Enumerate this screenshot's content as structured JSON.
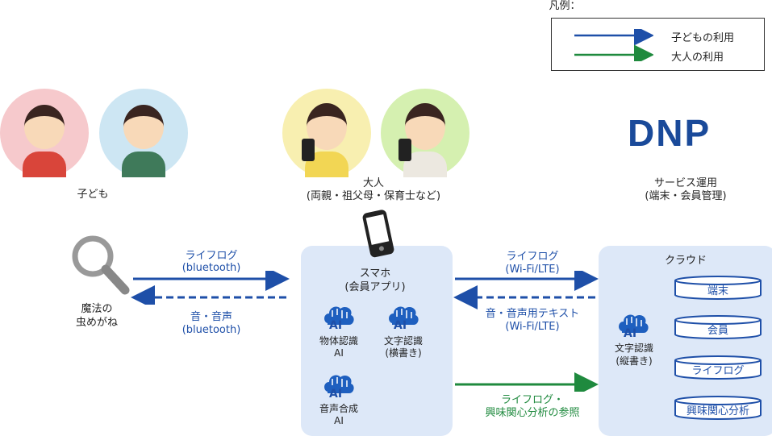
{
  "legend": {
    "title": "凡例：",
    "child_use": "子どもの利用",
    "adult_use": "大人の利用"
  },
  "colors": {
    "child": "#1e4fa8",
    "adult": "#1f8a3e",
    "panel": "#dde8f8"
  },
  "people": {
    "children_label": "子ども",
    "adults_label": "大人",
    "adults_sub": "(両親・祖父母・保育士など)"
  },
  "operator": {
    "logo": "DNP",
    "label": "サービス運用",
    "sub": "(端末・会員管理)"
  },
  "magnifier": {
    "line1": "魔法の",
    "line2": "虫めがね"
  },
  "left_arrows": {
    "up1": "ライフログ",
    "up2": "(bluetooth)",
    "down1": "音・音声",
    "down2": "(bluetooth)"
  },
  "phone": {
    "title": "スマホ",
    "sub": "(会員アプリ)",
    "ai": [
      {
        "l1": "物体認識",
        "l2": "AI"
      },
      {
        "l1": "文字認識",
        "l2": "(横書き)"
      },
      {
        "l1": "音声合成",
        "l2": "AI"
      }
    ]
  },
  "right_arrows": {
    "up1": "ライフログ",
    "up2": "(Wi-Fi/LTE)",
    "down1": "音・音声用テキスト",
    "down2": "(Wi-Fi/LTE)",
    "green1": "ライフログ・",
    "green2": "興味関心分析の参照"
  },
  "cloud": {
    "title": "クラウド",
    "ai_l1": "文字認識",
    "ai_l2": "(縦書き)",
    "dbs": [
      "端末",
      "会員",
      "ライフログ",
      "興味関心分析"
    ]
  }
}
